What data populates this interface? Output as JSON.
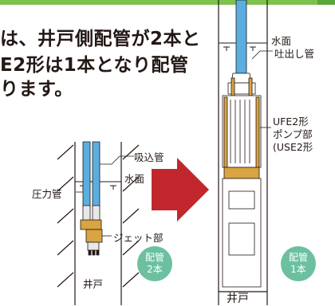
{
  "body_text": {
    "line1": "は、井戸側配管が2本と",
    "line2": "E2形は1本となり配管",
    "line3": "ります。"
  },
  "left_diagram": {
    "label_suction_pipe": "吸込管",
    "label_water_surface": "水面",
    "label_pressure_pipe": "圧力管",
    "label_jet_section": "ジェット部",
    "label_well": "井戸",
    "badge": {
      "line1": "配管",
      "line2": "2本"
    }
  },
  "right_diagram": {
    "label_water_surface": "水面",
    "label_discharge_pipe": "吐出し管",
    "label_ufe2": "UFE2形",
    "label_pump_section": "ポンプ部",
    "label_use2": "(USE2形",
    "label_well": "井戸",
    "badge": {
      "line1": "配管",
      "line2": "1本"
    }
  },
  "colors": {
    "accent_green": "#7cc24d",
    "badge_green": "#6cc0a0",
    "arrow_red": "#c1272d",
    "pipe_blue": "#5aaee0",
    "fitting_gold": "#d9a441"
  }
}
